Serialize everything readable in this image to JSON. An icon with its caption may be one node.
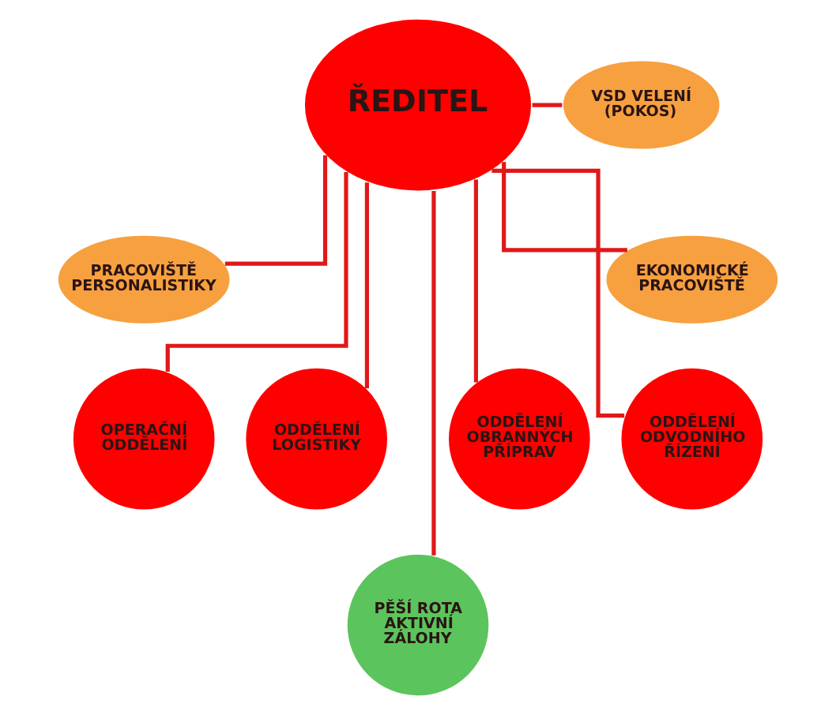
{
  "diagram": {
    "nodes": [
      {
        "text": [
          "ŘEDITEL"
        ]
      },
      {
        "text": [
          "VSD VELENÍ (POKOS)"
        ]
      },
      {
        "text": [
          "PRACOVIŠTĚ PERSONALISTIKY"
        ]
      },
      {
        "text": [
          "EKONOMICKÉ PRACOVIŠTĚ"
        ]
      },
      {
        "text": [
          "OPERAČNÍ ODDĚLENÍ"
        ]
      },
      {
        "text": [
          "ODDĚLENÍ LOGISTIKY"
        ]
      },
      {
        "text": [
          "ODDĚLENÍ OBRANNÝCH PŘÍPRAV"
        ]
      },
      {
        "text": [
          "ODDĚLENÍ ODVODNÍHO ŘÍZENÍ"
        ]
      },
      {
        "text": [
          "PĚŠÍ ROTA AKTIVNÍ ZÁLOHY"
        ]
      }
    ],
    "edges": [
      {
        "from": 0,
        "to": 1,
        "arrow": "none"
      },
      {
        "from": 0,
        "to": 2,
        "arrow": "none"
      },
      {
        "from": 0,
        "to": 3,
        "arrow": "none"
      },
      {
        "from": 0,
        "to": 4,
        "arrow": "none"
      },
      {
        "from": 0,
        "to": 5,
        "arrow": "none"
      },
      {
        "from": 0,
        "to": 6,
        "arrow": "none"
      },
      {
        "from": 0,
        "to": 7,
        "arrow": "none"
      },
      {
        "from": 0,
        "to": 8,
        "arrow": "none"
      }
    ]
  }
}
